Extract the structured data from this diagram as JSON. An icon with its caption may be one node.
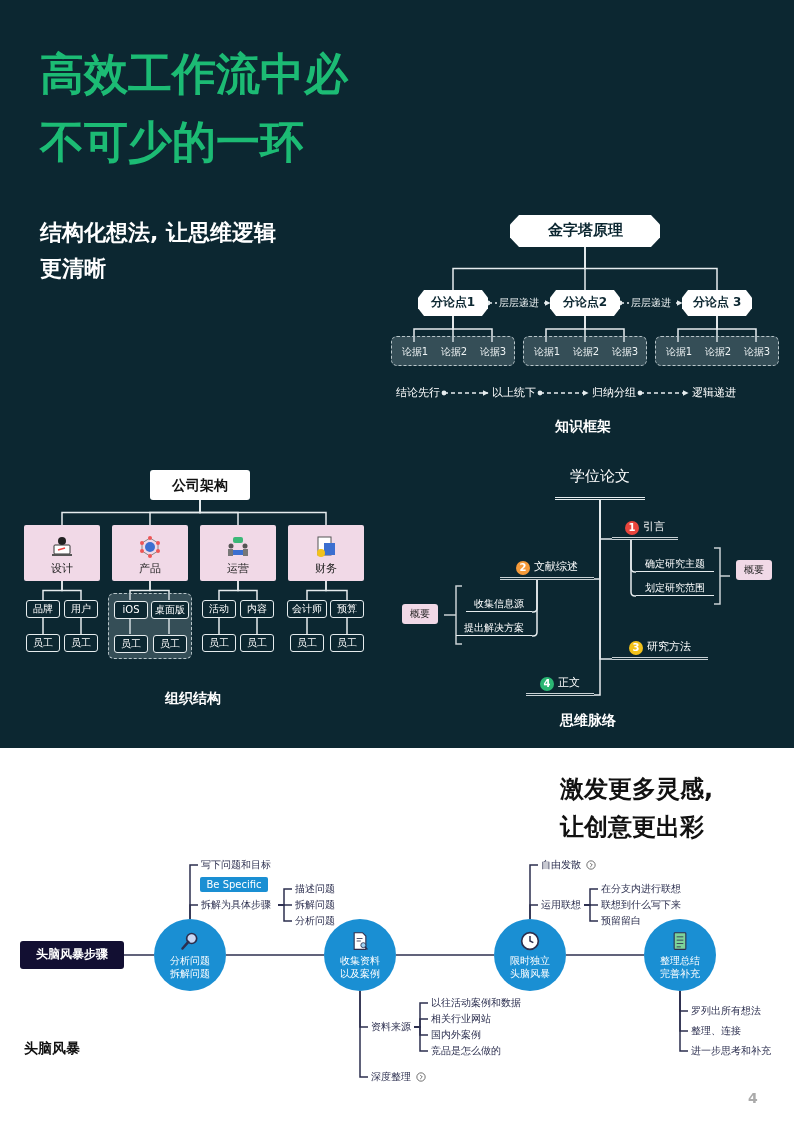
{
  "diagram": {
    "title": "高效工作流中必不可少的一环",
    "nodes": [
      {
        "text": [
          "金字塔原理"
        ]
      },
      {
        "text": [
          "分论点1"
        ]
      },
      {
        "text": [
          "分论点2"
        ]
      },
      {
        "text": [
          "分论点 3"
        ]
      },
      {
        "text": [],
        "shape": "box"
      },
      {
        "text": [
          "论据1"
        ],
        "in": 4
      },
      {
        "text": [
          "论据2"
        ],
        "in": 4
      },
      {
        "text": [
          "论据3"
        ],
        "in": 4
      },
      {
        "text": [],
        "shape": "box"
      },
      {
        "text": [
          "论据1"
        ],
        "in": 8
      },
      {
        "text": [
          "论据2"
        ],
        "in": 8
      },
      {
        "text": [
          "论据3"
        ],
        "in": 8
      },
      {
        "text": [],
        "shape": "box"
      },
      {
        "text": [
          "论据1"
        ],
        "in": 12
      },
      {
        "text": [
          "论据2"
        ],
        "in": 12
      },
      {
        "text": [
          "论据3"
        ],
        "in": 12
      },
      {
        "text": [
          "结论先行"
        ]
      },
      {
        "text": [
          "以上统下"
        ]
      },
      {
        "text": [
          "归纳分组"
        ]
      },
      {
        "text": [
          "逻辑递进"
        ]
      },
      {
        "text": [
          "公司架构"
        ]
      },
      {
        "text": [
          "设计"
        ]
      },
      {
        "text": [
          "产品"
        ]
      },
      {
        "text": [
          "运营"
        ]
      },
      {
        "text": [
          "财务"
        ]
      },
      {
        "text": [
          "品牌"
        ]
      },
      {
        "text": [
          "用户"
        ]
      },
      {
        "text": [
          "员工"
        ]
      },
      {
        "text": [
          "员工"
        ]
      },
      {
        "text": [],
        "shape": "box"
      },
      {
        "text": [
          "iOS"
        ],
        "in": 29
      },
      {
        "text": [
          "桌面版"
        ],
        "in": 29
      },
      {
        "text": [
          "员工"
        ],
        "in": 29
      },
      {
        "text": [
          "员工"
        ],
        "in": 29
      },
      {
        "text": [
          "活动"
        ]
      },
      {
        "text": [
          "内容"
        ]
      },
      {
        "text": [
          "员工"
        ]
      },
      {
        "text": [
          "员工"
        ]
      },
      {
        "text": [
          "会计师"
        ]
      },
      {
        "text": [
          "预算"
        ]
      },
      {
        "text": [
          "员工"
        ]
      },
      {
        "text": [
          "员工"
        ]
      },
      {
        "text": [
          "学位论文"
        ]
      },
      {
        "text": [
          "1",
          "引言"
        ]
      },
      {
        "text": [
          "2",
          "文献综述"
        ]
      },
      {
        "text": [
          "3",
          "研究方法"
        ]
      },
      {
        "text": [
          "4",
          "正文"
        ]
      },
      {
        "text": [
          "确定研究主题"
        ]
      },
      {
        "text": [
          "划定研究范围"
        ]
      },
      {
        "text": [
          "概要"
        ]
      },
      {
        "text": [
          "收集信息源"
        ]
      },
      {
        "text": [
          "提出解决方案"
        ]
      },
      {
        "text": [
          "概要"
        ]
      },
      {
        "text": [
          "头脑风暴步骤"
        ]
      },
      {
        "text": [
          "分析问题拆解问题"
        ]
      },
      {
        "text": [
          "收集资料以及案例"
        ]
      },
      {
        "text": [
          "限时独立头脑风暴"
        ]
      },
      {
        "text": [
          "整理总结完善补充"
        ]
      },
      {
        "text": [
          "写下问题和目标"
        ]
      },
      {
        "text": [
          "拆解为具体步骤"
        ]
      },
      {
        "text": [
          "Be Specific"
        ]
      },
      {
        "text": [
          "描述问题"
        ]
      },
      {
        "text": [
          "拆解问题"
        ]
      },
      {
        "text": [
          "分析问题"
        ]
      },
      {
        "text": [
          "资料来源"
        ]
      },
      {
        "text": [
          "以往活动案例和数据"
        ]
      },
      {
        "text": [
          "相关行业网站"
        ]
      },
      {
        "text": [
          "国内外案例"
        ]
      },
      {
        "text": [
          "竞品是怎么做的"
        ]
      },
      {
        "text": [
          "深度整理"
        ]
      },
      {
        "text": [
          "自由发散"
        ]
      },
      {
        "text": [
          "运用联想"
        ]
      },
      {
        "text": [
          "在分支内进行联想"
        ]
      },
      {
        "text": [
          "联想到什么写下来"
        ]
      },
      {
        "text": [
          "预留留白"
        ]
      },
      {
        "text": [
          "罗列出所有想法"
        ]
      },
      {
        "text": [
          "整理、连接"
        ]
      },
      {
        "text": [
          "进一步思考和补充"
        ]
      }
    ],
    "edges": [
      {
        "from": 0,
        "to": 1,
        "arrow": "none"
      },
      {
        "from": 0,
        "to": 2,
        "arrow": "none"
      },
      {
        "from": 0,
        "to": 3,
        "arrow": "none"
      },
      {
        "from": 1,
        "to": 2,
        "arrow": "to",
        "label": "层层递进",
        "style": "dashed"
      },
      {
        "from": 2,
        "to": 3,
        "arrow": "to",
        "label": "层层递进",
        "style": "dashed"
      },
      {
        "from": 1,
        "to": 5,
        "arrow": "none"
      },
      {
        "from": 1,
        "to": 6,
        "arrow": "none"
      },
      {
        "from": 1,
        "to": 7,
        "arrow": "none"
      },
      {
        "from": 2,
        "to": 9,
        "arrow": "none"
      },
      {
        "from": 2,
        "to": 10,
        "arrow": "none"
      },
      {
        "from": 2,
        "to": 11,
        "arrow": "none"
      },
      {
        "from": 3,
        "to": 13,
        "arrow": "none"
      },
      {
        "from": 3,
        "to": 14,
        "arrow": "none"
      },
      {
        "from": 3,
        "to": 15,
        "arrow": "none"
      },
      {
        "from": 16,
        "to": 17,
        "arrow": "to",
        "style": "dashed"
      },
      {
        "from": 17,
        "to": 18,
        "arrow": "to",
        "style": "dashed"
      },
      {
        "from": 18,
        "to": 19,
        "arrow": "to",
        "style": "dashed"
      },
      {
        "from": 20,
        "to": 21,
        "arrow": "none"
      },
      {
        "from": 20,
        "to": 22,
        "arrow": "none"
      },
      {
        "from": 20,
        "to": 23,
        "arrow": "none"
      },
      {
        "from": 20,
        "to": 24,
        "arrow": "none"
      },
      {
        "from": 21,
        "to": 25,
        "arrow": "none"
      },
      {
        "from": 21,
        "to": 26,
        "arrow": "none"
      },
      {
        "from": 25,
        "to": 27,
        "arrow": "none"
      },
      {
        "from": 26,
        "to": 28,
        "arrow": "none"
      },
      {
        "from": 22,
        "to": 30,
        "arrow": "none"
      },
      {
        "from": 22,
        "to": 31,
        "arrow": "none"
      },
      {
        "from": 30,
        "to": 32,
        "arrow": "none"
      },
      {
        "from": 31,
        "to": 33,
        "arrow": "none"
      },
      {
        "from": 23,
        "to": 34,
        "arrow": "none"
      },
      {
        "from": 23,
        "to": 35,
        "arrow": "none"
      },
      {
        "from": 34,
        "to": 36,
        "arrow": "none"
      },
      {
        "from": 35,
        "to": 37,
        "arrow": "none"
      },
      {
        "from": 24,
        "to": 38,
        "arrow": "none"
      },
      {
        "from": 24,
        "to": 39,
        "arrow": "none"
      },
      {
        "from": 38,
        "to": 40,
        "arrow": "none"
      },
      {
        "from": 39,
        "to": 41,
        "arrow": "none"
      },
      {
        "from": 42,
        "to": 43,
        "arrow": "none"
      },
      {
        "from": 42,
        "to": 44,
        "arrow": "none"
      },
      {
        "from": 42,
        "to": 45,
        "arrow": "none"
      },
      {
        "from": 42,
        "to": 46,
        "arrow": "none"
      },
      {
        "from": 43,
        "to": 47,
        "arrow": "none"
      },
      {
        "from": 43,
        "to": 48,
        "arrow": "none"
      },
      {
        "from": 44,
        "to": 50,
        "arrow": "none"
      },
      {
        "from": 44,
        "to": 51,
        "arrow": "none"
      },
      {
        "from": 53,
        "to": 54,
        "arrow": "none",
        "color": "#2c2f4f"
      },
      {
        "from": 54,
        "to": 55,
        "arrow": "none",
        "color": "#2c2f4f"
      },
      {
        "from": 55,
        "to": 56,
        "arrow": "none",
        "color": "#2c2f4f"
      },
      {
        "from": 56,
        "to": 57,
        "arrow": "none",
        "color": "#2c2f4f"
      },
      {
        "from": 54,
        "to": 58,
        "arrow": "none",
        "color": "#2c2f4f"
      },
      {
        "from": 54,
        "to": 59,
        "arrow": "none",
        "color": "#2c2f4f"
      },
      {
        "from": 59,
        "to": 61,
        "arrow": "none",
        "color": "#2c2f4f"
      },
      {
        "from": 59,
        "to": 62,
        "arrow": "none",
        "color": "#2c2f4f"
      },
      {
        "from": 59,
        "to": 63,
        "arrow": "none",
        "color": "#2c2f4f"
      },
      {
        "from": 55,
        "to": 64,
        "arrow": "none",
        "color": "#2c2f4f"
      },
      {
        "from": 55,
        "to": 69,
        "arrow": "none",
        "color": "#2c2f4f"
      },
      {
        "from": 64,
        "to": 65,
        "arrow": "none",
        "color": "#2c2f4f"
      },
      {
        "from": 64,
        "to": 66,
        "arrow": "none",
        "color": "#2c2f4f"
      },
      {
        "from": 64,
        "to": 67,
        "arrow": "none",
        "color": "#2c2f4f"
      },
      {
        "from": 64,
        "to": 68,
        "arrow": "none",
        "color": "#2c2f4f"
      },
      {
        "from": 56,
        "to": 70,
        "arrow": "none",
        "color": "#2c2f4f"
      },
      {
        "from": 56,
        "to": 71,
        "arrow": "none",
        "color": "#2c2f4f"
      },
      {
        "from": 71,
        "to": 72,
        "arrow": "none",
        "color": "#2c2f4f"
      },
      {
        "from": 71,
        "to": 73,
        "arrow": "none",
        "color": "#2c2f4f"
      },
      {
        "from": 71,
        "to": 74,
        "arrow": "none",
        "color": "#2c2f4f"
      },
      {
        "from": 57,
        "to": 75,
        "arrow": "none",
        "color": "#2c2f4f"
      },
      {
        "from": 57,
        "to": 76,
        "arrow": "none",
        "color": "#2c2f4f"
      },
      {
        "from": 57,
        "to": 77,
        "arrow": "none",
        "color": "#2c2f4f"
      }
    ],
    "labels": [
      "结构化想法, 让思维逻辑更清晰",
      "知识框架",
      "组织结构",
      "思维脉络",
      "激发更多灵感, 让创意更出彩",
      "头脑风暴",
      "4"
    ]
  }
}
